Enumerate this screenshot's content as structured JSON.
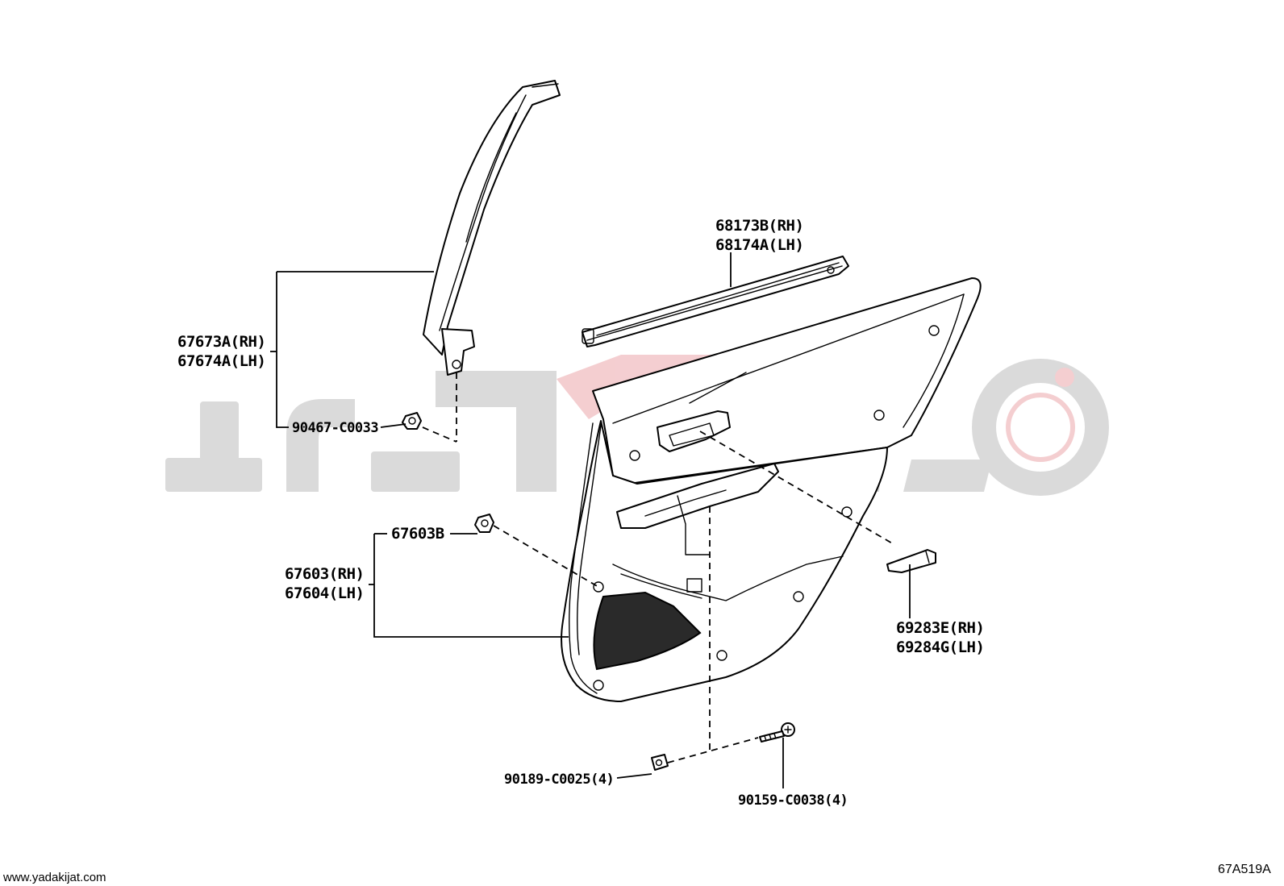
{
  "labels": {
    "garnish_rh": "67673A(RH)",
    "garnish_lh": "67674A(LH)",
    "clip_garnish": "90467-C0033",
    "belt_rh": "68173B(RH)",
    "belt_lh": "68174A(LH)",
    "clip_board": "67603B",
    "board_rh": "67603(RH)",
    "board_lh": "67604(LH)",
    "pull_rh": "69283E(RH)",
    "pull_lh": "69284G(LH)",
    "nut": "90189-C0025(4)",
    "screw": "90159-C0038(4)"
  },
  "footer": {
    "website": "www.yadakijat.com",
    "diagram_code": "67A519A"
  },
  "colors": {
    "line": "#000000",
    "watermark_gray": "#d6d6d6",
    "watermark_red": "#f3c9cc",
    "background": "#ffffff"
  }
}
